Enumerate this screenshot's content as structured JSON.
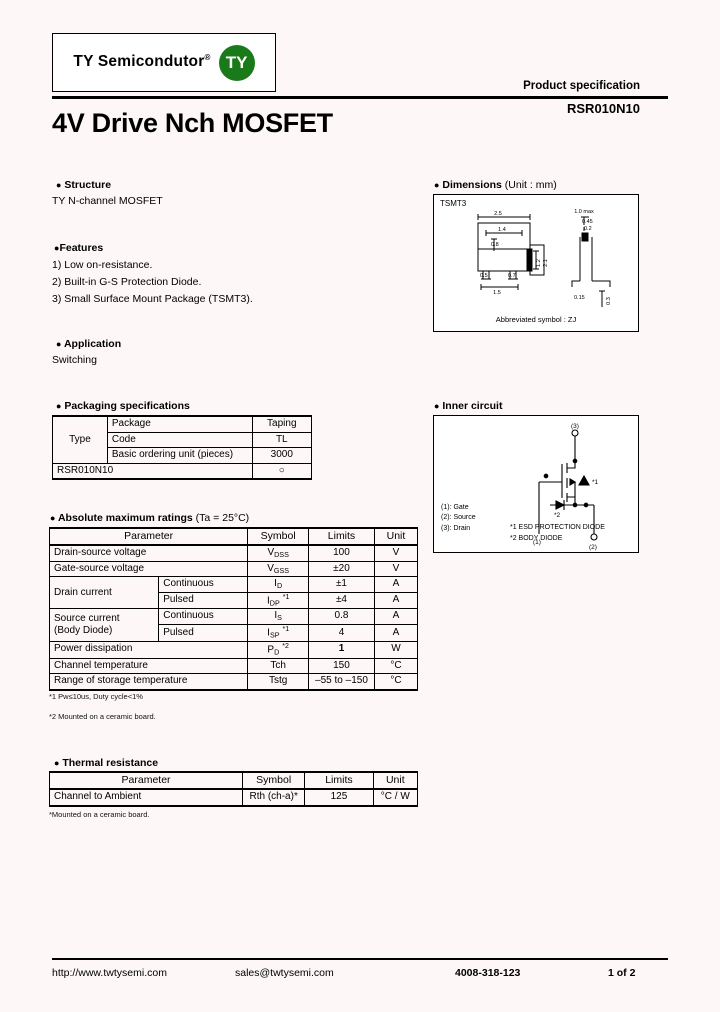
{
  "header": {
    "logo_text": "TY Semicondutor",
    "logo_registered": "®",
    "logo_mark": "TY",
    "product_spec": "Product specification",
    "part_number": "RSR010N10",
    "title": "4V Drive Nch MOSFET"
  },
  "structure": {
    "heading": "Structure",
    "text": "TY N-channel MOSFET"
  },
  "features": {
    "heading": "Features",
    "items": [
      "1) Low on-resistance.",
      "2) Built-in G-S Protection Diode.",
      "3) Small Surface Mount Package (TSMT3)."
    ]
  },
  "application": {
    "heading": "Application",
    "text": "Switching"
  },
  "dimensions": {
    "heading": "Dimensions",
    "unit_note": "(Unit : mm)",
    "package": "TSMT3",
    "abbrev_symbol": "Abbreviated symbol :  ZJ"
  },
  "packaging": {
    "heading": "Packaging specifications",
    "type_label": "Type",
    "rows": [
      {
        "label": "Package",
        "value": "Taping"
      },
      {
        "label": "Code",
        "value": "TL"
      },
      {
        "label": "Basic ordering unit (pieces)",
        "value": "3000"
      }
    ],
    "part_row": {
      "part": "RSR010N10",
      "mark": "○"
    }
  },
  "inner_circuit": {
    "heading": "Inner circuit",
    "pins": [
      "(1): Gate",
      "(2): Source",
      "(3): Drain"
    ],
    "notes": [
      "*1 ESD PROTECTION DIODE",
      "*2 BODY DIODE"
    ],
    "node_labels": {
      "gate": "(1)",
      "source": "(2)",
      "drain": "(3)"
    },
    "diode_marks": {
      "esd": "*1",
      "body": "*2"
    }
  },
  "abs_max": {
    "heading": "Absolute maximum ratings",
    "condition": "(Ta = 25°C)",
    "columns": [
      "Parameter",
      "Symbol",
      "Limits",
      "Unit"
    ],
    "rows": [
      {
        "parameter": "Drain-source voltage",
        "sub": "",
        "symbol_base": "V",
        "symbol_sub": "DSS",
        "symbol_note": "",
        "limits": "100",
        "unit": "V"
      },
      {
        "parameter": "Gate-source voltage",
        "sub": "",
        "symbol_base": "V",
        "symbol_sub": "GSS",
        "symbol_note": "",
        "limits": "±20",
        "unit": "V"
      },
      {
        "parameter": "Drain current",
        "sub": "Continuous",
        "symbol_base": "I",
        "symbol_sub": "D",
        "symbol_note": "",
        "limits": "±1",
        "unit": "A"
      },
      {
        "parameter": "Drain current",
        "sub": "Pulsed",
        "symbol_base": "I",
        "symbol_sub": "DP",
        "symbol_note": "*1",
        "limits": "±4",
        "unit": "A"
      },
      {
        "parameter": "Source current (Body Diode)",
        "sub": "Continuous",
        "symbol_base": "I",
        "symbol_sub": "S",
        "symbol_note": "",
        "limits": "0.8",
        "unit": "A"
      },
      {
        "parameter": "Source current (Body Diode)",
        "sub": "Pulsed",
        "symbol_base": "I",
        "symbol_sub": "SP",
        "symbol_note": "*1",
        "limits": "4",
        "unit": "A"
      },
      {
        "parameter": "Power dissipation",
        "sub": "",
        "symbol_base": "P",
        "symbol_sub": "D",
        "symbol_note": "*2",
        "limits": "1",
        "unit": "W"
      },
      {
        "parameter": "Channel temperature",
        "sub": "",
        "symbol_base": "Tch",
        "symbol_sub": "",
        "symbol_note": "",
        "limits": "150",
        "unit": "°C"
      },
      {
        "parameter": "Range of storage temperature",
        "sub": "",
        "symbol_base": "Tstg",
        "symbol_sub": "",
        "symbol_note": "",
        "limits": "–55 to –150",
        "unit": "°C"
      }
    ],
    "source_current_line1": "Source current",
    "source_current_line2": "(Body Diode)",
    "footnotes": [
      "*1 Pw≤10us, Duty cycle<1%",
      "*2 Mounted on a ceramic board."
    ]
  },
  "thermal": {
    "heading": "Thermal resistance",
    "columns": [
      "Parameter",
      "Symbol",
      "Limits",
      "Unit"
    ],
    "row": {
      "parameter": "Channel to Ambient",
      "symbol": "Rth (ch-a)*",
      "limits": "125",
      "unit": "°C / W"
    },
    "footnote": "*Mounted on a ceramic board."
  },
  "footer": {
    "website": "http://www.twtysemi.com",
    "email": "sales@twtysemi.com",
    "phone": "4008-318-123",
    "page": "1 of 2"
  }
}
